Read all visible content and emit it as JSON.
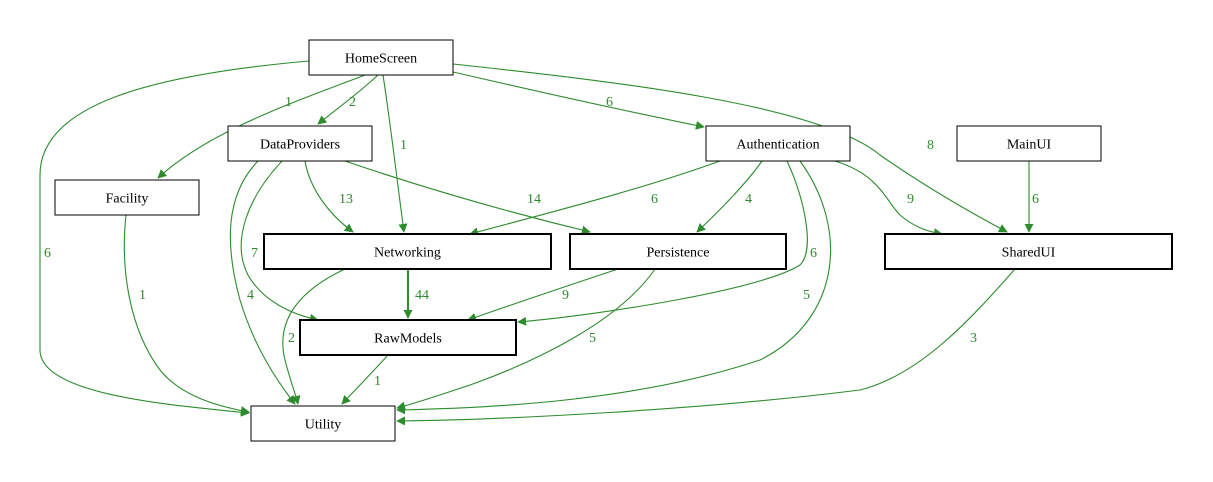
{
  "colors": {
    "edge": "#2e8b2e",
    "node_border": "#000000",
    "text": "#000000",
    "background": "#ffffff"
  },
  "nodes": [
    {
      "id": "homescreen",
      "label": "HomeScreen",
      "bold": false
    },
    {
      "id": "dataproviders",
      "label": "DataProviders",
      "bold": false
    },
    {
      "id": "authentication",
      "label": "Authentication",
      "bold": false
    },
    {
      "id": "mainui",
      "label": "MainUI",
      "bold": false
    },
    {
      "id": "facility",
      "label": "Facility",
      "bold": false
    },
    {
      "id": "networking",
      "label": "Networking",
      "bold": true
    },
    {
      "id": "persistence",
      "label": "Persistence",
      "bold": true
    },
    {
      "id": "sharedui",
      "label": "SharedUI",
      "bold": true
    },
    {
      "id": "rawmodels",
      "label": "RawModels",
      "bold": true
    },
    {
      "id": "utility",
      "label": "Utility",
      "bold": false
    }
  ],
  "edges": [
    {
      "from": "homescreen",
      "to": "facility",
      "label": "1"
    },
    {
      "from": "homescreen",
      "to": "dataproviders",
      "label": "2"
    },
    {
      "from": "homescreen",
      "to": "networking",
      "label": "1"
    },
    {
      "from": "homescreen",
      "to": "authentication",
      "label": "6"
    },
    {
      "from": "homescreen",
      "to": "sharedui",
      "label": "8"
    },
    {
      "from": "homescreen",
      "to": "utility",
      "label": "6"
    },
    {
      "from": "dataproviders",
      "to": "networking",
      "label": "13"
    },
    {
      "from": "dataproviders",
      "to": "persistence",
      "label": "14"
    },
    {
      "from": "dataproviders",
      "to": "rawmodels",
      "label": "7"
    },
    {
      "from": "dataproviders",
      "to": "utility",
      "label": "4"
    },
    {
      "from": "authentication",
      "to": "networking",
      "label": "6"
    },
    {
      "from": "authentication",
      "to": "persistence",
      "label": "4"
    },
    {
      "from": "authentication",
      "to": "sharedui",
      "label": "9"
    },
    {
      "from": "authentication",
      "to": "rawmodels",
      "label": "6"
    },
    {
      "from": "authentication",
      "to": "utility",
      "label": "5"
    },
    {
      "from": "mainui",
      "to": "sharedui",
      "label": "6"
    },
    {
      "from": "facility",
      "to": "utility",
      "label": "1"
    },
    {
      "from": "networking",
      "to": "rawmodels",
      "label": "44"
    },
    {
      "from": "networking",
      "to": "utility",
      "label": "2"
    },
    {
      "from": "persistence",
      "to": "rawmodels",
      "label": "9"
    },
    {
      "from": "persistence",
      "to": "utility",
      "label": "5"
    },
    {
      "from": "rawmodels",
      "to": "utility",
      "label": "1"
    },
    {
      "from": "sharedui",
      "to": "utility",
      "label": "3"
    }
  ]
}
